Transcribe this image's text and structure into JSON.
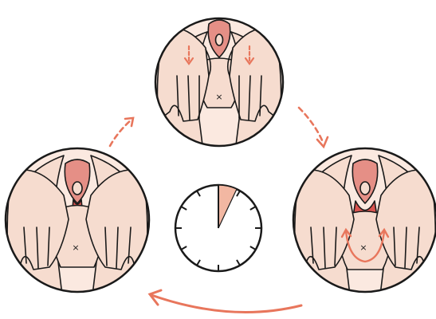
{
  "colors": {
    "outline": "#1a1a1a",
    "skin": "#f6dccf",
    "skin_light": "#fbe9e0",
    "skin_shadow": "#efc7b7",
    "tissue": "#e58f86",
    "tissue_dark": "#d9534f",
    "arrow": "#e8765c",
    "timer_fill": "#f2b7a2",
    "background": "#ffffff"
  },
  "steps": [
    {
      "id": "top",
      "arrows": "down-pair"
    },
    {
      "id": "right",
      "arrows": "curved-cradle"
    },
    {
      "id": "left",
      "arrows": "none"
    }
  ],
  "cycle_arrows": [
    "left-to-top",
    "top-to-right",
    "right-to-left"
  ],
  "timer": {
    "fraction": 0.07,
    "ticks": 12
  },
  "markers": {
    "center_mark": "×"
  }
}
